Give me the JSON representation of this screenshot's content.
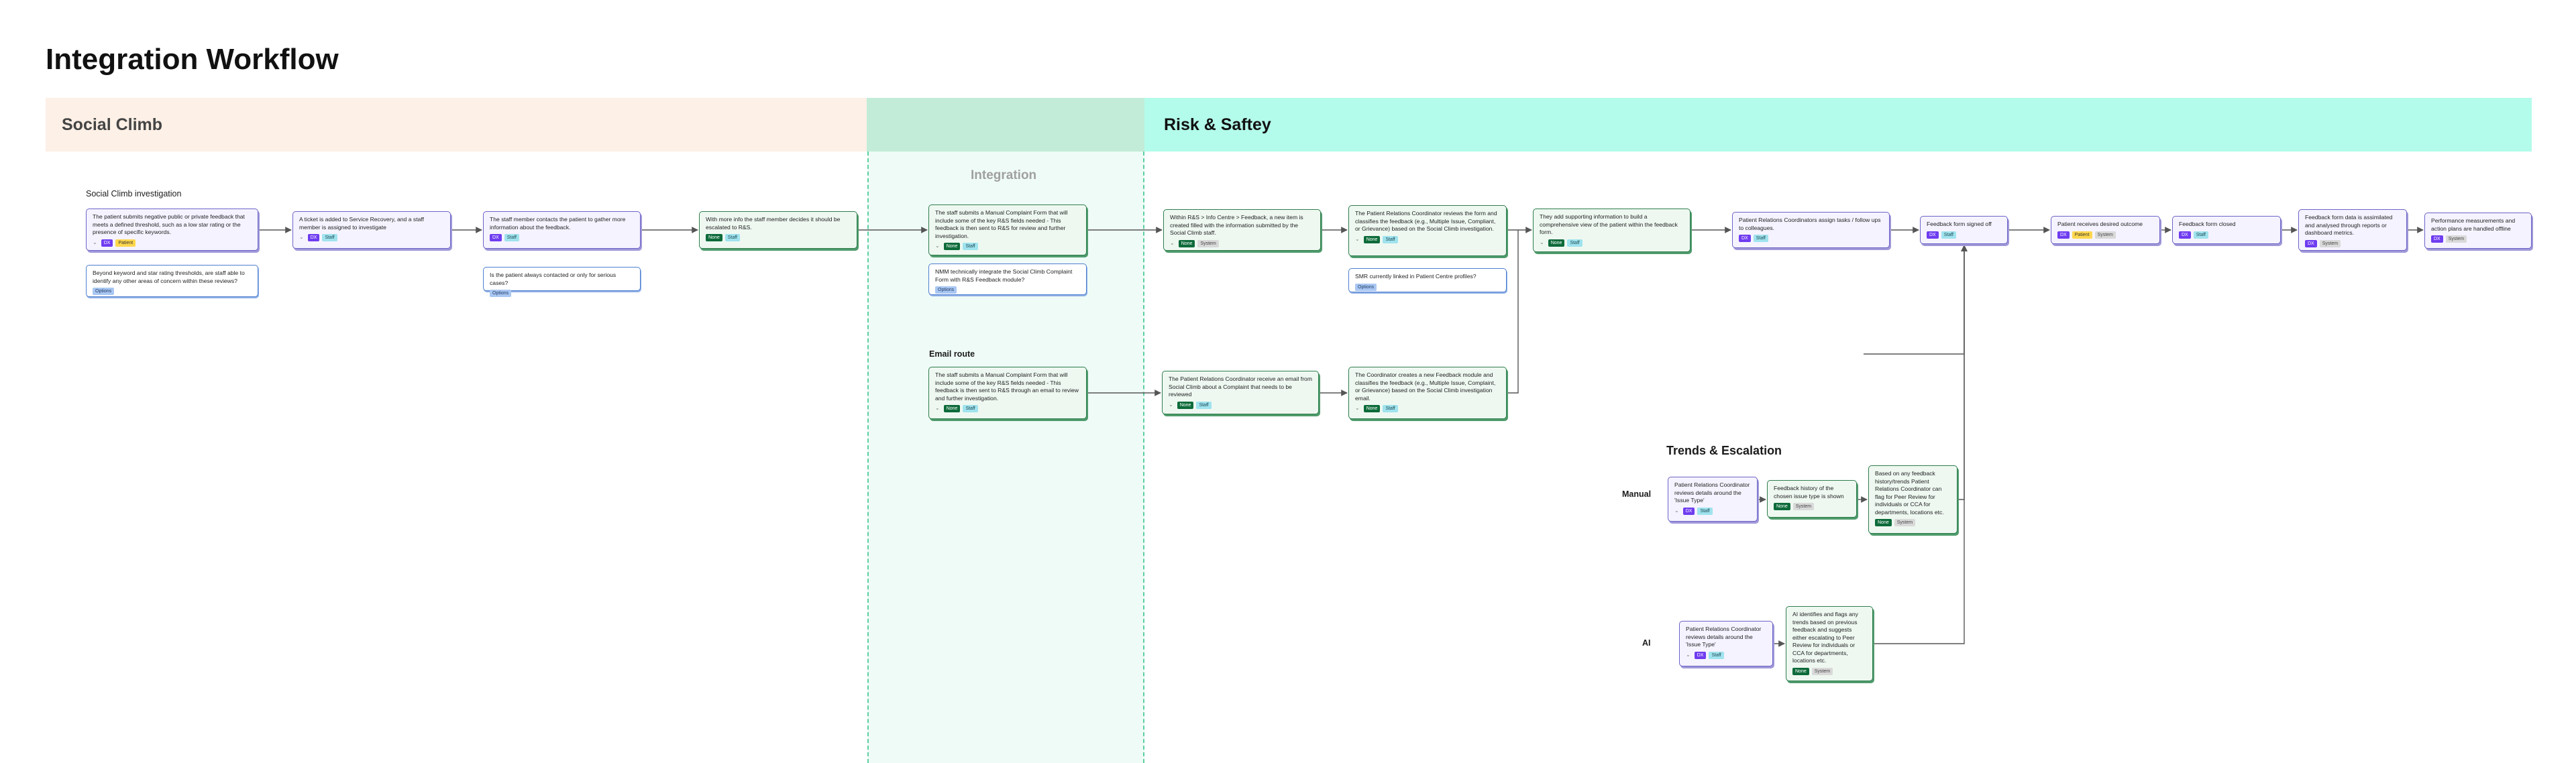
{
  "title": "Integration Workflow",
  "lanes": {
    "social_climb": "Social Climb",
    "integration": "Integration",
    "risk_safety": "Risk & Saftey"
  },
  "section_labels": {
    "investigation": "Social Climb investigation",
    "email_route": "Email route",
    "trends": "Trends & Escalation",
    "manual": "Manual",
    "ai": "AI"
  },
  "tags": {
    "dx": "DX",
    "patient": "Patient",
    "staff": "Staff",
    "system": "System",
    "options": "Options",
    "none": "None"
  },
  "cards": {
    "c1": "The patient submits negative public or private feedback that meets a defined threshold, such as a low star rating or the presence of specific keywords.",
    "c1q": "Beyond keyword and star rating thresholds, are staff able to identify any other areas of concern within these reviews?",
    "c2": "A ticket is added to Service Recovery, and a staff member is assigned to investigate",
    "c3": "The staff member contacts the patient to gather more information about the feedback.",
    "c3q": "Is the patient always contacted or only for serious cases?",
    "c4": "With more info the staff member decides it should be escalated to R&S.",
    "c5": "The staff submits a Manual Complaint Form that will include some of the key R&S fields needed - This feedback is then sent to R&S for review and further investigation.",
    "c5q": "NMM technically integrate the Social Climb Complaint Form with R&S Feedback module?",
    "c6": "Within R&S > Info Centre > Feedback, a new item is created filled with the information submitted by the Social Climb staff.",
    "c7": "The Patient Relations Coordinator reviews the form and classifies the feedback (e.g., Multiple Issue, Compliant, or Grievance) based on the Social Climb investigation.",
    "c7q": "SMR currently linked in Patient Centre profiles?",
    "c8": "They add supporting information to build a comprehensive view of the patient within the feedback form.",
    "c9": "Patient Relations Coordinators assign tasks / follow ups to colleagues.",
    "c10": "Feedback form signed off",
    "c11": "Patient receives desired outcome",
    "c12": "Feedback form closed",
    "c13": "Feedback form data is assimilated and analysed through reports or dashboard metrics.",
    "c14": "Performance measurements and action plans are handled offline",
    "e1": "The staff submits a Manual Complaint Form that will include some of the key R&S fields needed - This feedback is then sent to R&S through an email to review and further investigation.",
    "e2": "The Patient Relations Coordinator receive an email from Social Climb about a Complaint that needs to be reviewed",
    "e3": "The Coordinator creates a new Feedback module and classifies the feedback (e.g., Multiple Issue, Complaint, or Grievance) based on the Social Climb investigation email.",
    "m1": "Patient Relations Coordinator reviews details around the 'Issue Type'",
    "m2": "Feedback history of the chosen issue type is shown",
    "m3": "Based on any feedback history/trends Patient Relations Coordinator can flag for Peer Review for individuals or CCA for departments, locations etc.",
    "a1": "Patient Relations Coordinator reviews details around the 'Issue Type'",
    "a2": "AI identifies and flags any trends based on previous feedback and suggests either escalating to Peer Review for individuals or CCA for departments, locations etc."
  },
  "colors": {
    "social_band": "#fdf0e6",
    "integration_band": "#c2ecd7",
    "risk_band": "#b3fbea",
    "integration_zone": "#effbf7",
    "zone_dash": "#5ccf9f",
    "connector": "#555555"
  }
}
